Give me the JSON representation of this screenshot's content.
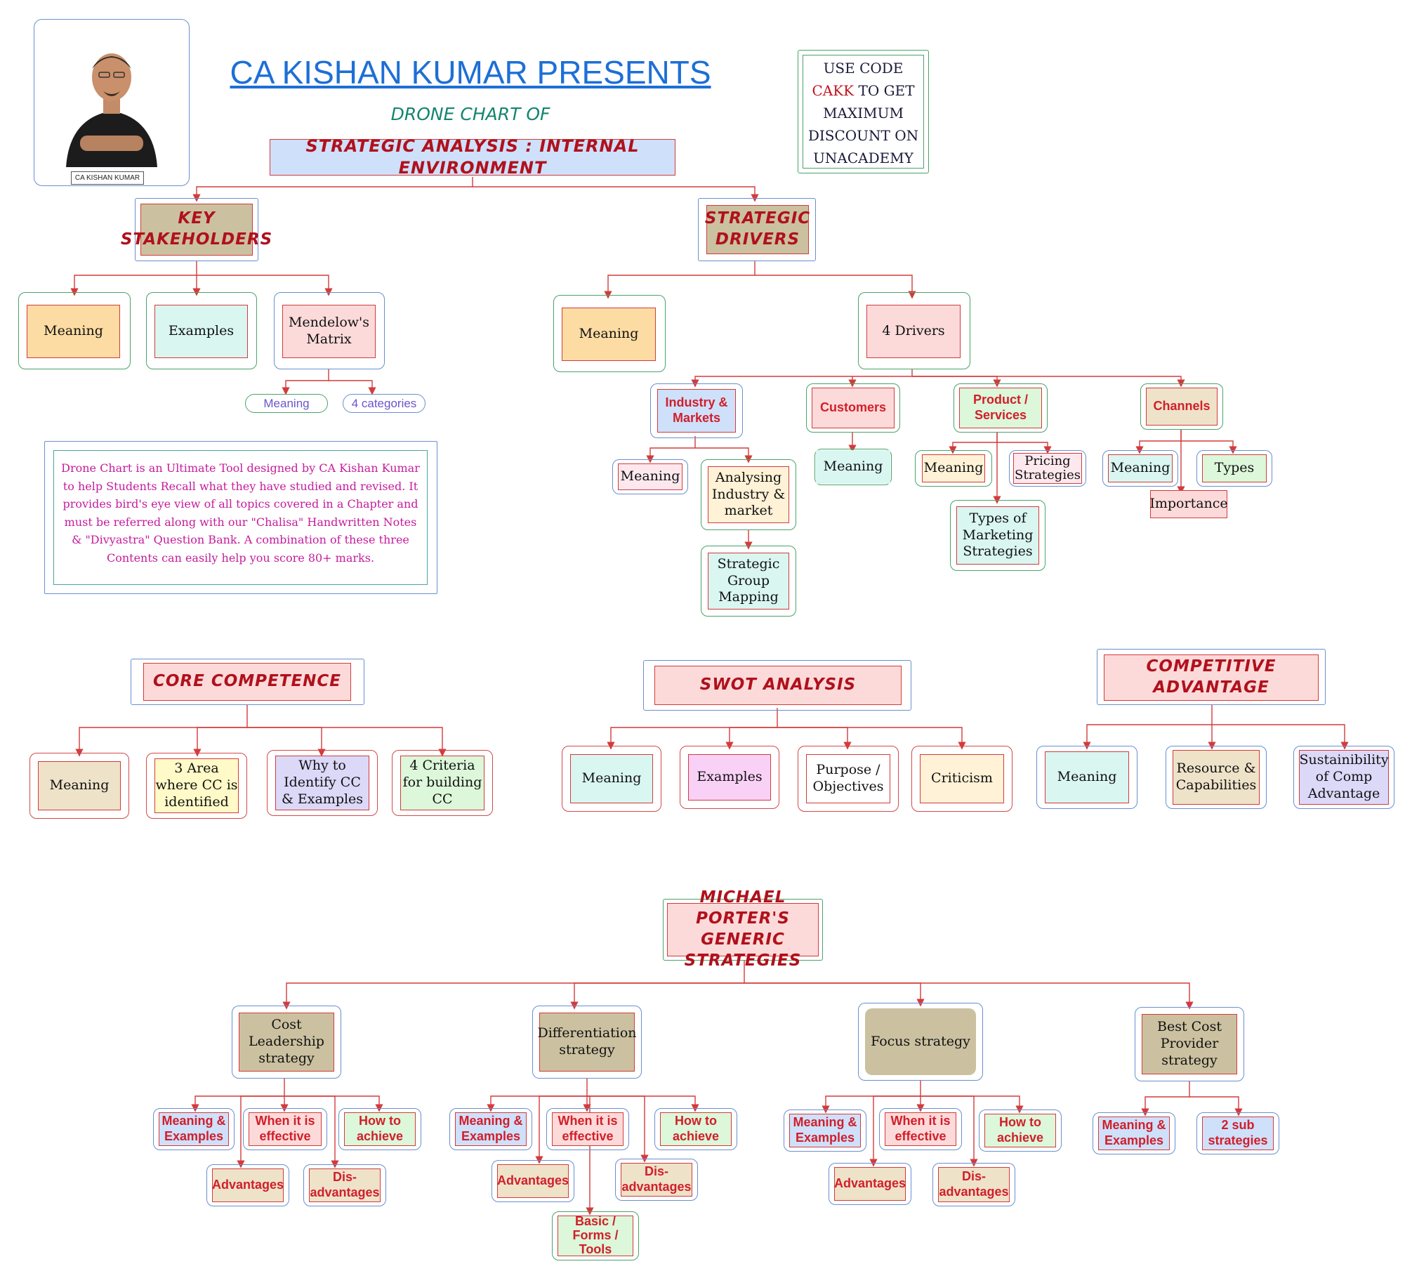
{
  "header": {
    "title": "CA KISHAN KUMAR PRESENTS",
    "subtitle": "DRONE CHART OF",
    "main_topic": "STRATEGIC ANALYSIS : INTERNAL ENVIRONMENT",
    "photo_caption": "CA KISHAN KUMAR",
    "promo": {
      "line1": "USE CODE",
      "code": "CAKK",
      "line2_rest": " TO GET",
      "line3": "MAXIMUM",
      "line4": "DISCOUNT ON",
      "line5": "UNACADEMY"
    },
    "colors": {
      "title": "#1d6fd6",
      "subtitle": "#14856f",
      "accent_red": "#b0111c",
      "connector": "#d33b3b"
    }
  },
  "description": "Drone Chart is an Ultimate Tool designed by CA Kishan Kumar to help Students Recall what they have studied and revised. It provides bird's eye view of all topics covered in a Chapter and must be referred along with our \"Chalisa\" Handwritten Notes & \"Divyastra\" Question Bank. A combination of these three Contents can easily help you score 80+ marks.",
  "key_stakeholders": {
    "title": "KEY STAKEHOLDERS",
    "children": [
      "Meaning",
      "Examples",
      "Mendelow's Matrix"
    ],
    "mendelow_children": [
      "Meaning",
      "4 categories"
    ]
  },
  "strategic_drivers": {
    "title": "STRATEGIC DRIVERS",
    "children": [
      "Meaning",
      "4 Drivers"
    ],
    "drivers": [
      "Industry & Markets",
      "Customers",
      "Product / Services",
      "Channels"
    ],
    "industry_children": [
      "Meaning",
      "Analysing Industry & market",
      "Strategic Group Mapping"
    ],
    "customers_children": [
      "Meaning"
    ],
    "product_children": [
      "Meaning",
      "Pricing Strategies",
      "Types of Marketing Strategies"
    ],
    "channels_children": [
      "Meaning",
      "Types",
      "Importance"
    ]
  },
  "core_competence": {
    "title": "CORE COMPETENCE",
    "children": [
      "Meaning",
      "3 Area where CC is identified",
      "Why to Identify CC & Examples",
      "4 Criteria for building CC"
    ]
  },
  "swot": {
    "title": "SWOT ANALYSIS",
    "children": [
      "Meaning",
      "Examples",
      "Purpose / Objectives",
      "Criticism"
    ]
  },
  "competitive_advantage": {
    "title": "COMPETITIVE ADVANTAGE",
    "children": [
      "Meaning",
      "Resource & Capabilities",
      "Sustainibility of Comp Advantage"
    ]
  },
  "porter": {
    "title_line1": "MICHAEL PORTER'S",
    "title_line2": "GENERIC STRATEGIES",
    "strategies": [
      "Cost Leadership strategy",
      "Differentiation strategy",
      "Focus strategy",
      "Best Cost Provider strategy"
    ],
    "cost_children": [
      "Meaning & Examples",
      "When it is effective",
      "How to achieve",
      "Advantages",
      "Dis-advantages"
    ],
    "diff_children": [
      "Meaning & Examples",
      "When it is effective",
      "How to achieve",
      "Advantages",
      "Dis-advantages",
      "Basic / Forms / Tools"
    ],
    "focus_children": [
      "Meaning & Examples",
      "When it is effective",
      "How to achieve",
      "Advantages",
      "Dis-advantages"
    ],
    "best_children": [
      "Meaning & Examples",
      "2 sub strategies"
    ]
  }
}
